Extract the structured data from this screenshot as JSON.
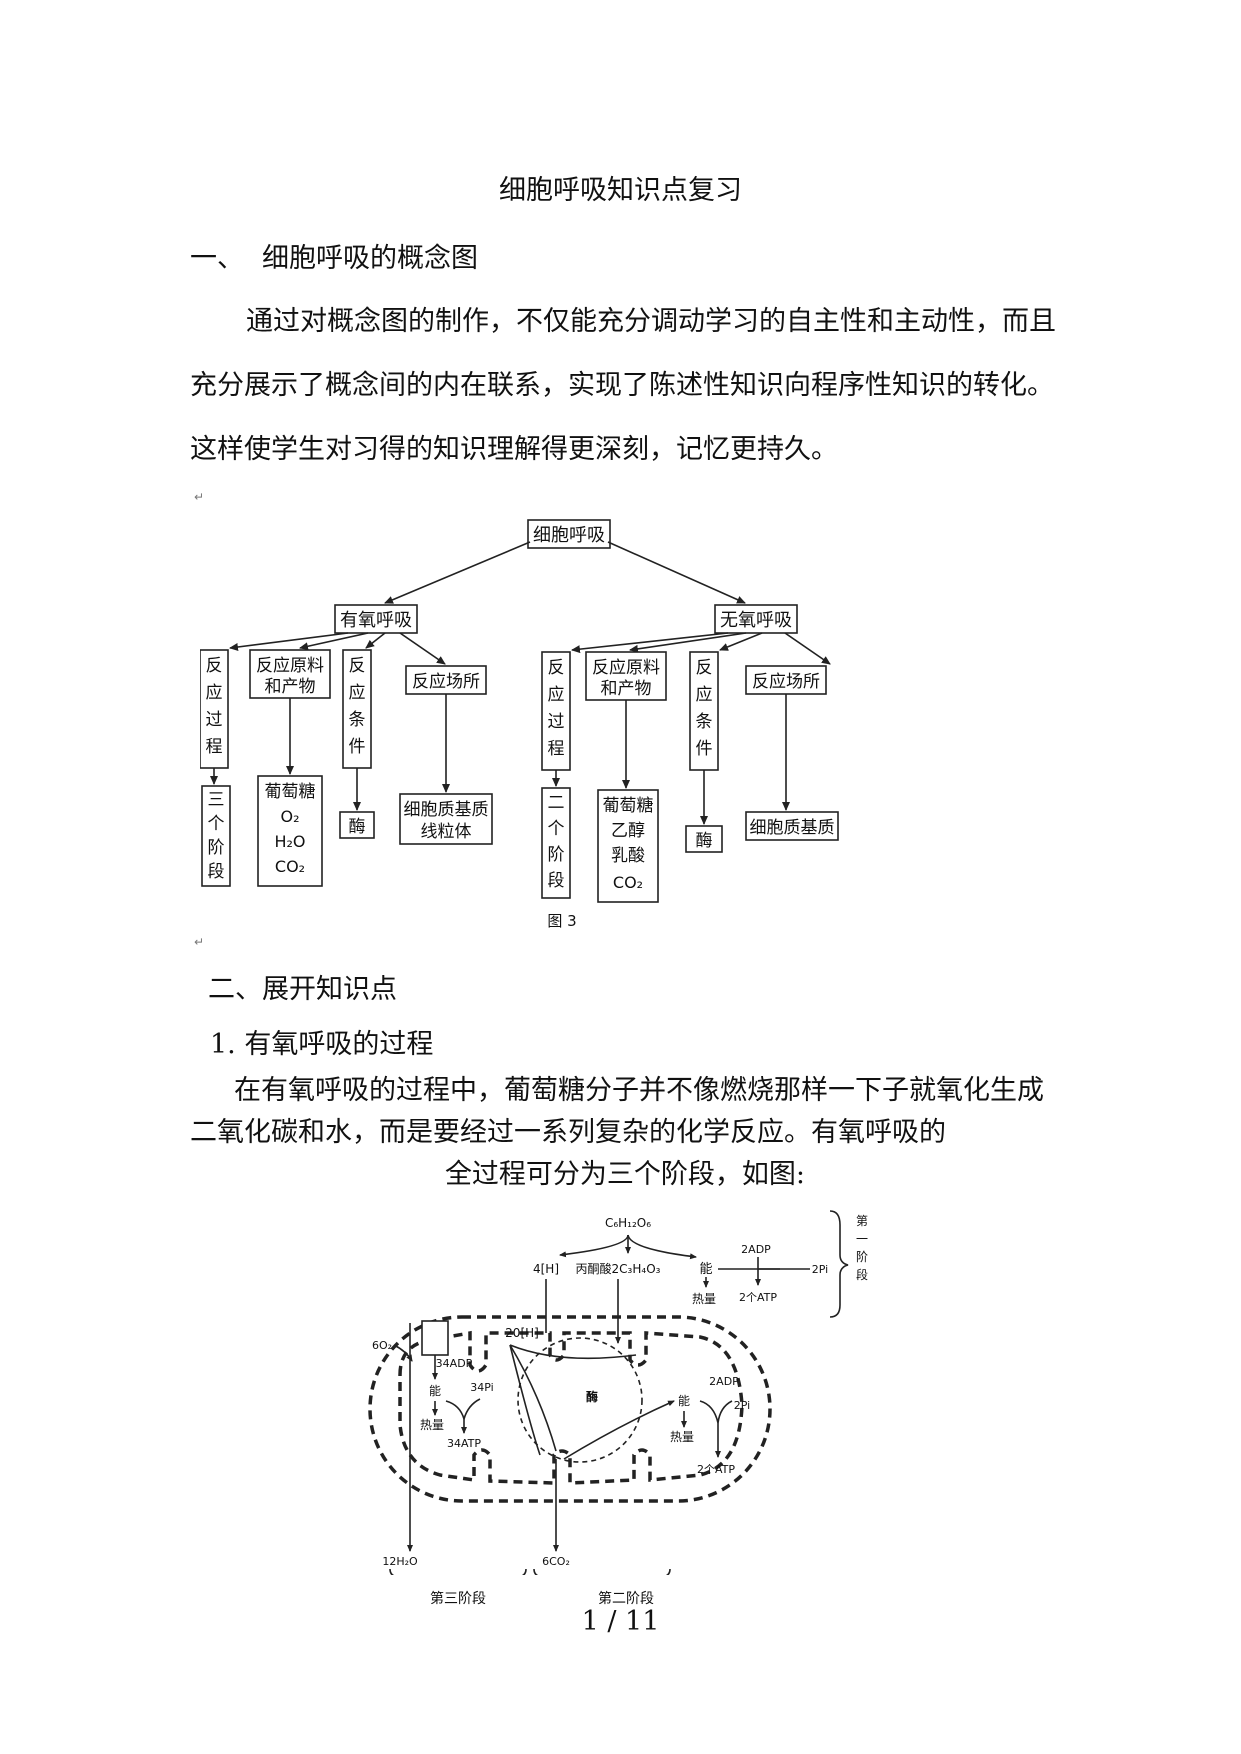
{
  "doc": {
    "title": "细胞呼吸知识点复习",
    "section1": {
      "num": "一、",
      "heading": "细胞呼吸的概念图"
    },
    "para1": "通过对概念图的制作，不仅能充分调动学习的自主性和主动性，而且充分展示了概念间的内在联系，实现了陈述性知识向程序性知识的转化。这样使学生对习得的知识理解得更深刻，记忆更持久。",
    "section2": "二、展开知识点",
    "subsection1": "1. 有氧呼吸的过程",
    "para2a": "在有氧呼吸的过程中，葡萄糖分子并不像燃烧那样一下子就氧化生成二氧化碳和水，而是要经过一系列复杂的化学反应。有氧呼吸的",
    "para2b": "全过程可分为三个阶段，如图:",
    "page_number": "1 / 11"
  },
  "concept_map": {
    "root": "细胞呼吸",
    "aerobic": {
      "label": "有氧呼吸",
      "process": "反应过程",
      "process_result": "三个阶段",
      "materials": [
        "反应原料",
        "和产物"
      ],
      "materials_list": [
        "葡萄糖",
        "O₂",
        "H₂O",
        "CO₂"
      ],
      "condition": "反应条件",
      "condition_result": "酶",
      "site": "反应场所",
      "site_list": [
        "细胞质基质",
        "线粒体"
      ]
    },
    "anaerobic": {
      "label": "无氧呼吸",
      "process": "反应过程",
      "process_result": "二个阶段",
      "materials": [
        "反应原料",
        "和产物"
      ],
      "materials_list": [
        "葡萄糖",
        "乙醇",
        "乳酸",
        "CO₂"
      ],
      "condition": "反应条件",
      "condition_result": "酶",
      "site": "反应场所",
      "site_list": [
        "细胞质基质"
      ]
    },
    "caption": "图 3"
  },
  "process_diagram": {
    "glucose": "C₆H₁₂O₆",
    "h4": "4[H]",
    "pyruvate": "丙酮酸2C₃H₄O₃",
    "energy": "能",
    "heat": "热量",
    "adp2": "2ADP",
    "pi2": "2Pi",
    "atp2": "2个ATP",
    "stage1": "第一阶段",
    "h20": "20[H]",
    "o2": "6O₂",
    "adp34": "34ADP",
    "pi34": "34Pi",
    "atp34": "34ATP",
    "enzyme": "酶",
    "water": "12H₂O",
    "co2": "6CO₂",
    "stage3": "第三阶段",
    "stage2": "第二阶段"
  }
}
